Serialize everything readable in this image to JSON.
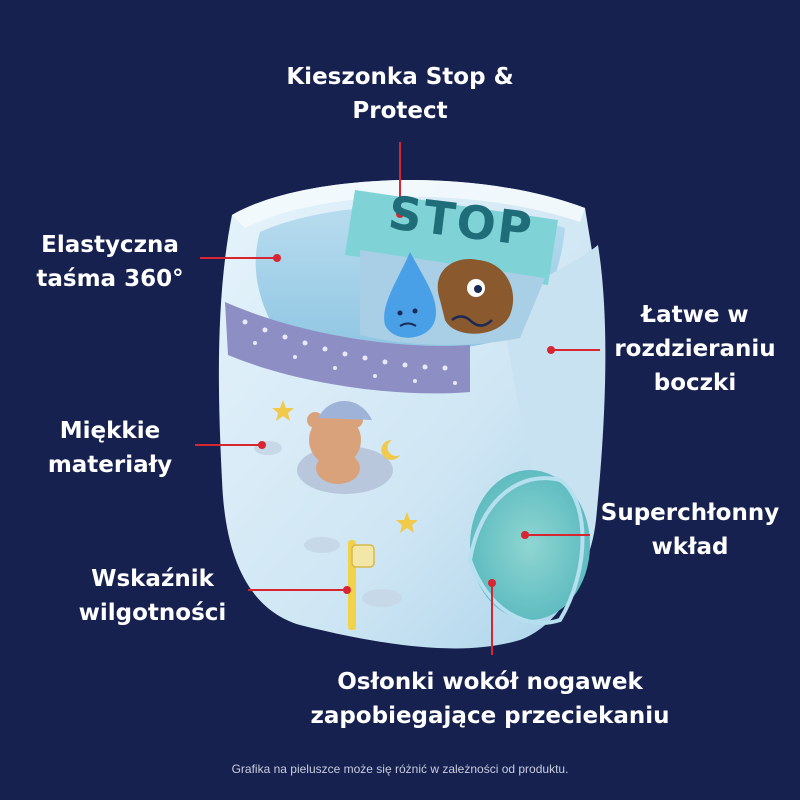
{
  "callouts": {
    "pocket": [
      "Kieszonka Stop &",
      "Protect"
    ],
    "waistband": [
      "Elastyczna",
      "taśma 360°"
    ],
    "sides": [
      "Łatwe w",
      "rozdzieraniu",
      "boczki"
    ],
    "soft": [
      "Miękkie",
      "materiały"
    ],
    "core": [
      "Superchłonny",
      "wkład"
    ],
    "wetness": [
      "Wskaźnik",
      "wilgotności"
    ],
    "leg_cuffs": [
      "Osłonki wokół nogawek",
      "zapobiegające przeciekaniu"
    ]
  },
  "product": {
    "stop_sign": "STOP"
  },
  "footnote": "Grafika na pieluszce może się różnić w zależności od produktu.",
  "colors": {
    "background": "#16214f",
    "callout_line": "#d72631",
    "text": "#ffffff",
    "diaper_body": "#d9ecf7",
    "stop_panel": "#7fd3d6",
    "stop_text": "#1f6d79",
    "waistband_stripe": "#8d8fc4"
  }
}
